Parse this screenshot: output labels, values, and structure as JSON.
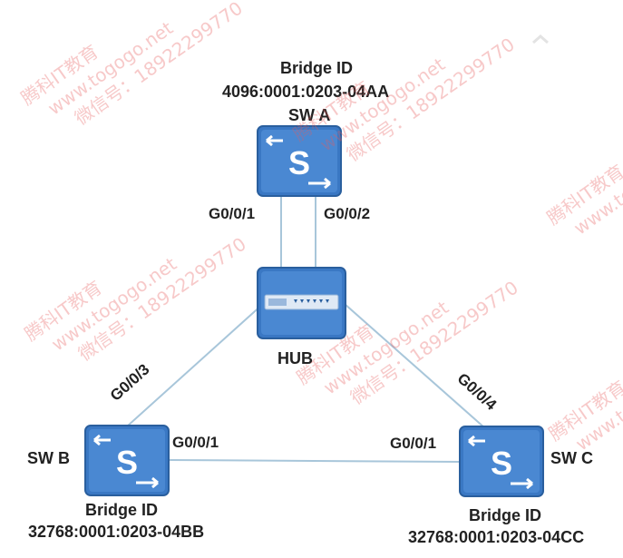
{
  "colors": {
    "link": "#a8c6da",
    "switch_body": "#3a78c4",
    "switch_edge": "#2a5f9e",
    "hub_body": "#3a78c4",
    "text": "#222222",
    "watermark": "#e06060"
  },
  "nodes": {
    "sw_a": {
      "name": "SW A",
      "bridge_id_label": "Bridge ID",
      "bridge_id": "4096:0001:0203-04AA",
      "port1": "G0/0/1",
      "port2": "G0/0/2",
      "icon": "switch-icon"
    },
    "sw_b": {
      "name": "SW B",
      "bridge_id_label": "Bridge ID",
      "bridge_id": "32768:0001:0203-04BB",
      "port_hub": "G0/0/3",
      "port_link": "G0/0/1",
      "icon": "switch-icon"
    },
    "sw_c": {
      "name": "SW C",
      "bridge_id_label": "Bridge ID",
      "bridge_id": "32768:0001:0203-04CC",
      "port_hub": "G0/0/4",
      "port_link": "G0/0/1",
      "icon": "switch-icon"
    },
    "hub": {
      "name": "HUB",
      "icon": "hub-icon"
    }
  },
  "watermark": {
    "line1": "腾科IT教育",
    "line2": "www.togogo.net",
    "line3": "微信号：18922299770"
  }
}
